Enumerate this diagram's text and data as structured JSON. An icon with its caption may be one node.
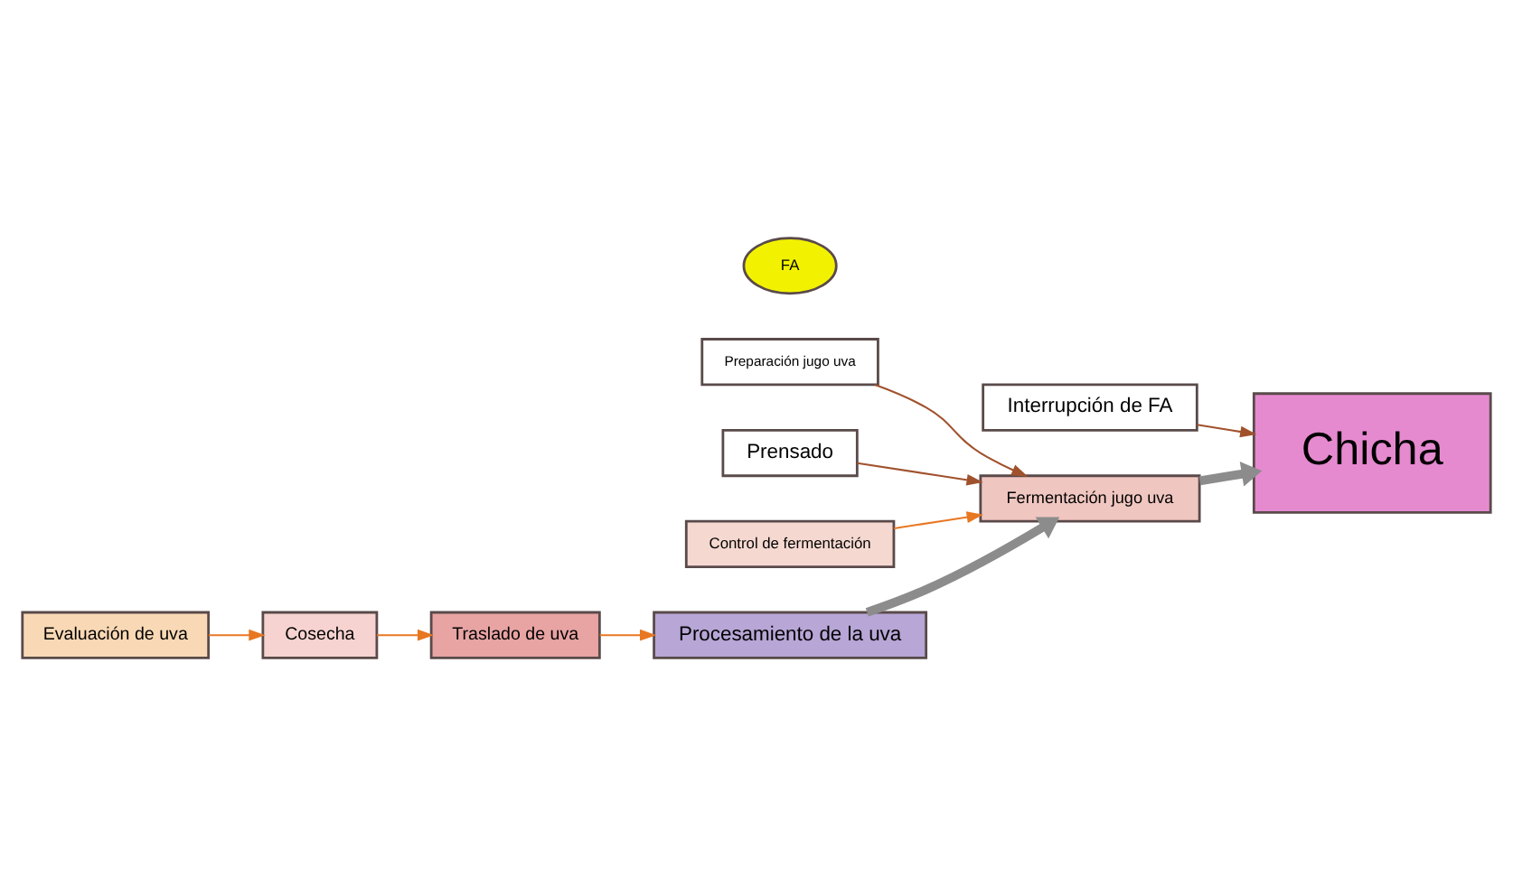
{
  "diagram": {
    "nodes": [
      {
        "text": [
          "Cosecha"
        ]
      },
      {
        "text": [
          "Evaluación de uva"
        ]
      },
      {
        "text": [
          "Traslado de uva"
        ]
      },
      {
        "text": [
          "Procesamiento de la uva"
        ]
      },
      {
        "text": [
          "FA"
        ]
      },
      {
        "text": [
          "Preparación jugo uva"
        ]
      },
      {
        "text": [
          "Fermentación jugo uva"
        ]
      },
      {
        "text": [
          "Prensado"
        ]
      },
      {
        "text": [
          "Control de fermentación"
        ]
      },
      {
        "text": [
          "Interrupción de FA"
        ]
      },
      {
        "text": [
          "Chicha"
        ]
      }
    ],
    "edges": [
      {
        "from": 1,
        "to": 0,
        "arrow": "to"
      },
      {
        "from": 0,
        "to": 2,
        "arrow": "to"
      },
      {
        "from": 2,
        "to": 3,
        "arrow": "to"
      },
      {
        "from": 3,
        "to": 6,
        "arrow": "to",
        "style": "thick",
        "color": "#8c8c8c"
      },
      {
        "from": 5,
        "to": 6,
        "arrow": "to",
        "color": "#a0522d"
      },
      {
        "from": 7,
        "to": 6,
        "arrow": "to",
        "color": "#a0522d"
      },
      {
        "from": 8,
        "to": 6,
        "arrow": "to"
      },
      {
        "from": 6,
        "to": 10,
        "arrow": "to",
        "style": "thick",
        "color": "#8c8c8c"
      },
      {
        "from": 9,
        "to": 10,
        "arrow": "to",
        "color": "#a0522d"
      }
    ]
  }
}
